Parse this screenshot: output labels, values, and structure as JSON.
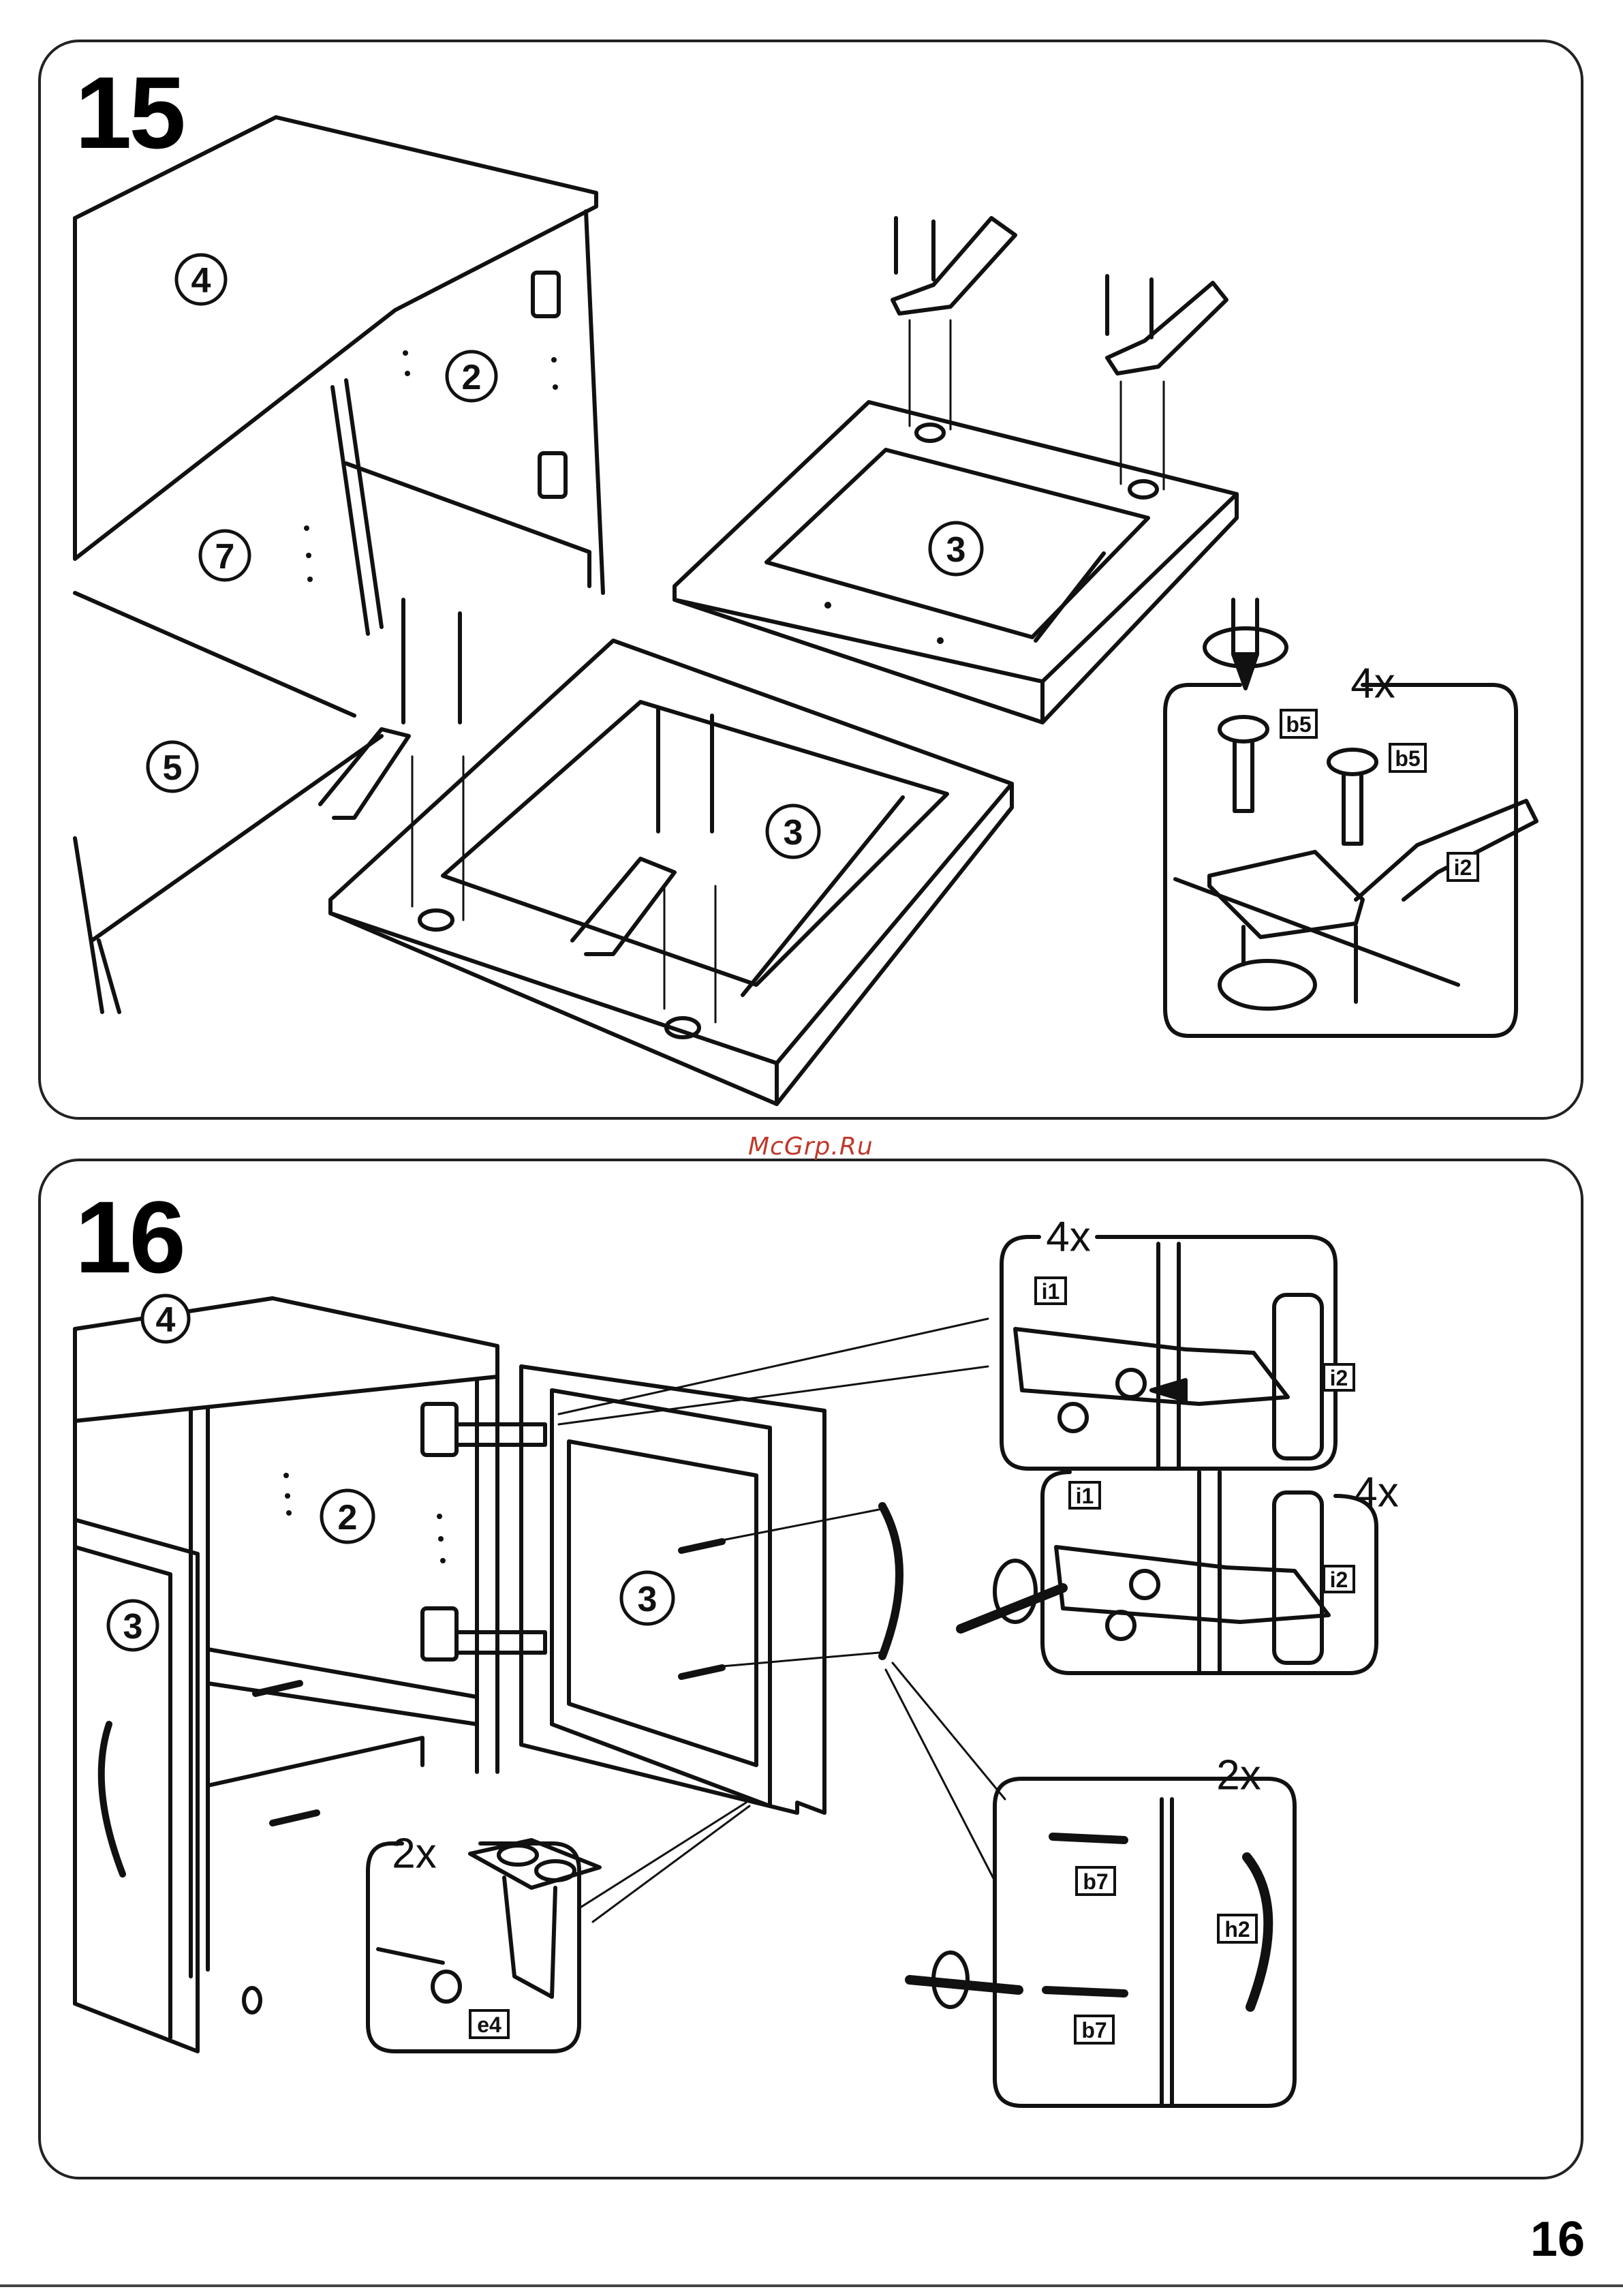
{
  "watermark": "McGrp.Ru",
  "page_number": "16",
  "steps": [
    {
      "number": "15",
      "part_circles": [
        "4",
        "2",
        "7",
        "5",
        "3",
        "3"
      ],
      "detail": {
        "multiplier": "4x",
        "labels": [
          "b5",
          "b5",
          "i2"
        ]
      }
    },
    {
      "number": "16",
      "part_circles": [
        "4",
        "2",
        "3",
        "3"
      ],
      "hinge_detail": {
        "multiplier_top": "4x",
        "multiplier_bottom": "4x",
        "labels": [
          "i1",
          "i2",
          "i1",
          "i2"
        ]
      },
      "foot_detail": {
        "multiplier": "2x",
        "label": "e4"
      },
      "handle_detail": {
        "multiplier": "2x",
        "labels": [
          "b7",
          "h2",
          "b7"
        ]
      }
    }
  ]
}
